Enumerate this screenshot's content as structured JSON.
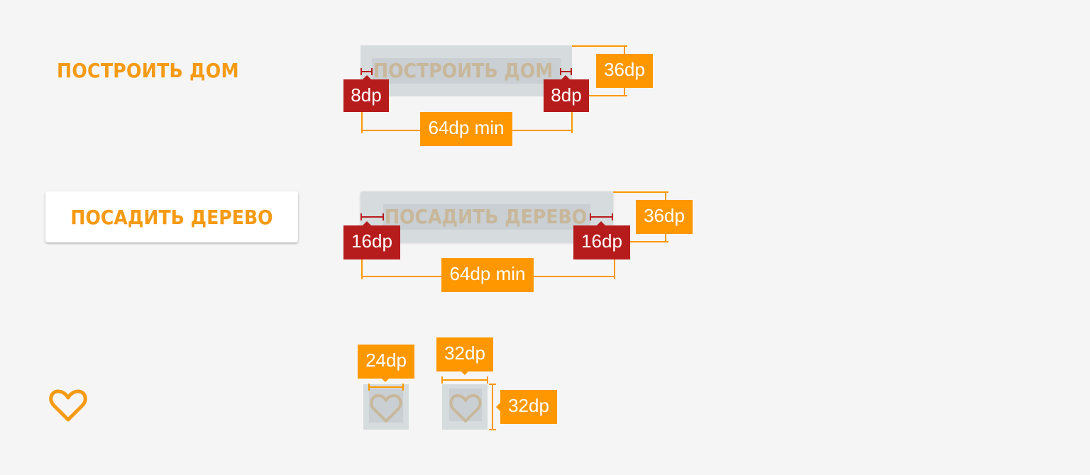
{
  "buttons": {
    "flat_label": "ПОСТРОИТЬ ДОМ",
    "raised_label": "ПОСАДИТЬ ДЕРЕВО"
  },
  "icon_button": {
    "icon": "heart-outline-icon"
  },
  "specs": {
    "flat": {
      "ghost_label": "ПОСТРОИТЬ ДОМ",
      "padding_left": "8dp",
      "padding_right": "8dp",
      "height": "36dp",
      "min_width": "64dp min"
    },
    "raised": {
      "ghost_label": "ПОСАДИТЬ ДЕРЕВО",
      "padding_left": "16dp",
      "padding_right": "16dp",
      "height": "36dp",
      "min_width": "64dp min"
    },
    "icon": {
      "icon_size": "24dp",
      "target_width": "32dp",
      "target_height": "32dp"
    }
  },
  "colors": {
    "accent": "#f59a12",
    "measure": "#ff9800",
    "padding": "#b71c1c",
    "ghost": "#d6dbdd",
    "background": "#f5f5f5"
  }
}
